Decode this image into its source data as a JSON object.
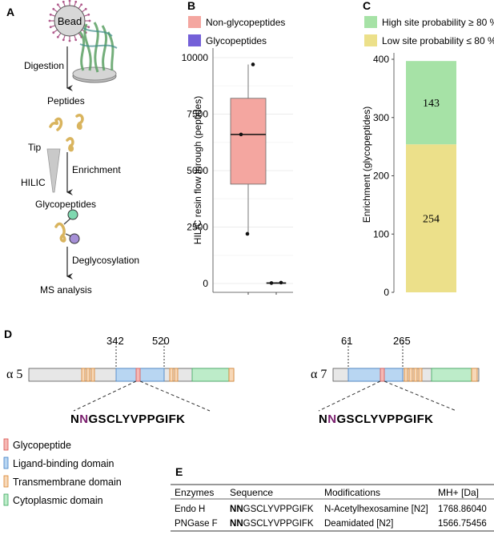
{
  "panels": {
    "a": "A",
    "b": "B",
    "c": "C",
    "d": "D",
    "e": "E"
  },
  "workflow": {
    "bead": "Bead",
    "digestion": "Digestion",
    "peptides": "Peptides",
    "tip": "Tip",
    "enrichment": "Enrichment",
    "hilic": "HILIC",
    "glycopeptides": "Glycopeptides",
    "deglycosylation": "Deglycosylation",
    "ms": "MS analysis"
  },
  "chart_data": [
    {
      "type": "box",
      "legend": [
        {
          "name": "Non-glycopeptides",
          "color": "#f4a6a0"
        },
        {
          "name": "Glycopeptides",
          "color": "#7460d8"
        }
      ],
      "ylabel": "HILIC resin flow through (peptides)",
      "ylim": [
        0,
        10000
      ],
      "yticks": [
        "0",
        "2500",
        "5000",
        "7500",
        "10000"
      ],
      "series": [
        {
          "name": "Non-glycopeptides",
          "whisker_low": 2200,
          "q1": 4400,
          "median": 6600,
          "q3": 8200,
          "whisker_high": 9700,
          "points": [
            9700,
            6600,
            2200
          ],
          "color": "#f4a6a0"
        },
        {
          "name": "Glycopeptides",
          "whisker_low": 0,
          "q1": 0,
          "median": 20,
          "q3": 40,
          "whisker_high": 60,
          "points": [
            20,
            40
          ],
          "color": "#7460d8"
        }
      ]
    },
    {
      "type": "bar",
      "stacked": true,
      "legend": [
        {
          "name": "High site probability ≥ 80 %",
          "color": "#a6e2a6"
        },
        {
          "name": "Low site probability ≤ 80 %",
          "color": "#ece08a"
        }
      ],
      "ylabel": "Enrichment (glycopeptides)",
      "ylim": [
        0,
        400
      ],
      "yticks": [
        "0",
        "100",
        "200",
        "300",
        "400"
      ],
      "series": [
        {
          "name": "Low site probability ≤ 80 %",
          "values": [
            254
          ],
          "label": "254",
          "color": "#ece08a"
        },
        {
          "name": "High site probability ≥ 80 %",
          "values": [
            143
          ],
          "label": "143",
          "color": "#a6e2a6"
        }
      ]
    }
  ],
  "domains": {
    "a5": {
      "name": "α 5",
      "start": "342",
      "end": "520"
    },
    "a7": {
      "name": "α 7",
      "start": "61",
      "end": "265"
    },
    "seq_n1": "N",
    "seq_n2": "N",
    "seq_rest": "GSCLYVPPGIFK"
  },
  "legend_d": [
    {
      "label": "Glycopeptide",
      "color": "#f5b8b4",
      "border": "#d9534f"
    },
    {
      "label": "Ligand-binding domain",
      "color": "#b8d6f2",
      "border": "#3f7ec4"
    },
    {
      "label": "Transmembrane domain",
      "color": "#f7d8b8",
      "border": "#d9822b"
    },
    {
      "label": "Cytoplasmic domain",
      "color": "#bdecc9",
      "border": "#3aa55c"
    }
  ],
  "table": {
    "headers": [
      "Enzymes",
      "Sequence",
      "Modifications",
      "MH+ [Da]"
    ],
    "rows": [
      {
        "enzyme": "Endo H",
        "seq_a": "N",
        "seq_b": "N",
        "seq_c": "GSCLYVPPGIFK",
        "mod": "N-Acetylhexosamine [N2]",
        "mh": "1768.86040"
      },
      {
        "enzyme": "PNGase F",
        "seq_a": "N",
        "seq_b": "N",
        "seq_c": "GSCLYVPPGIFK",
        "mod": "Deamidated [N2]",
        "mh": "1566.75456"
      }
    ]
  }
}
